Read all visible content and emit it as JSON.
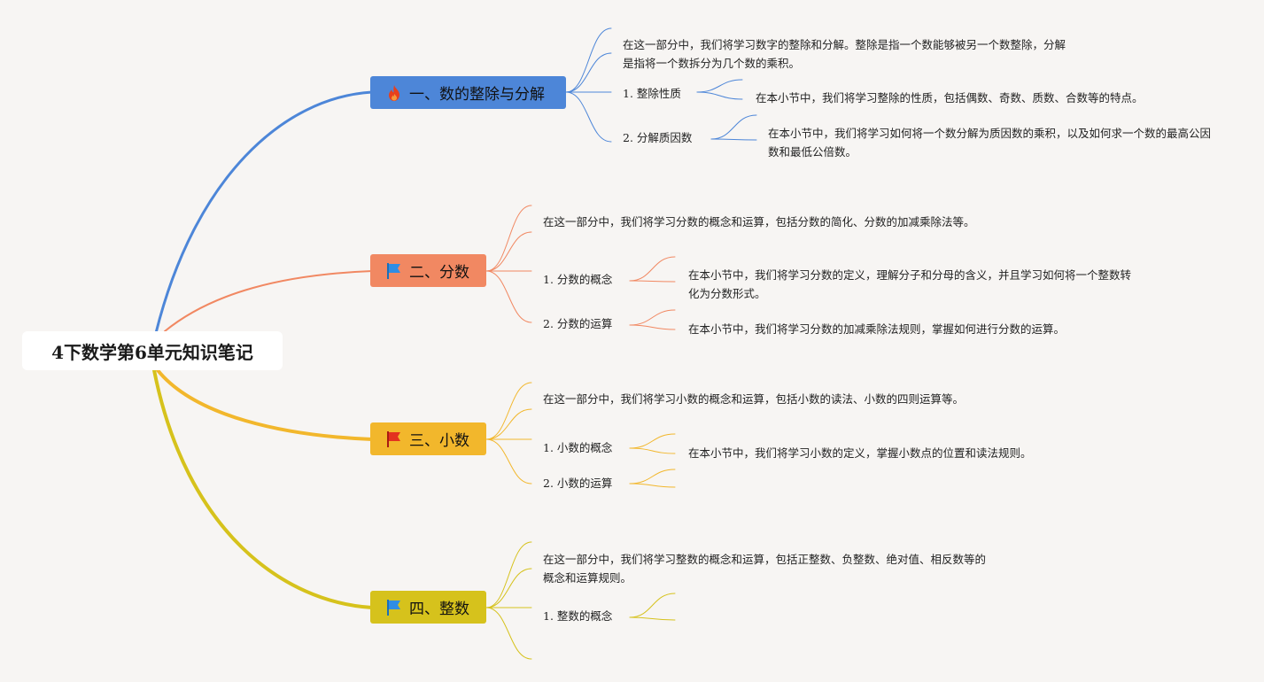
{
  "root": {
    "title": "4下数学第6单元知识笔记"
  },
  "colors": {
    "topic1": "#4d86d8",
    "topic2": "#f18862",
    "topic3": "#f2b72c",
    "topic4": "#d6c21c",
    "background": "#f7f5f3"
  },
  "topics": [
    {
      "title": "一、数的整除与分解",
      "icon": "fire-icon",
      "intro": "在这一部分中，我们将学习数字的整除和分解。整除是指一个数能够被另一个数整除，分解是指将一个数拆分为几个数的乘积。",
      "subs": [
        {
          "num": "1.",
          "label": "整除性质",
          "note": "在本小节中，我们将学习整除的性质，包括偶数、奇数、质数、合数等的特点。"
        },
        {
          "num": "2.",
          "label": "分解质因数",
          "note": "在本小节中，我们将学习如何将一个数分解为质因数的乘积，以及如何求一个数的最高公因数和最低公倍数。"
        }
      ]
    },
    {
      "title": "二、分数",
      "icon": "blue-flag-icon",
      "intro": "在这一部分中，我们将学习分数的概念和运算，包括分数的简化、分数的加减乘除法等。",
      "subs": [
        {
          "num": "1.",
          "label": "分数的概念",
          "note": "在本小节中，我们将学习分数的定义，理解分子和分母的含义，并且学习如何将一个整数转化为分数形式。"
        },
        {
          "num": "2.",
          "label": "分数的运算",
          "note": "在本小节中，我们将学习分数的加减乘除法规则，掌握如何进行分数的运算。"
        }
      ]
    },
    {
      "title": "三、小数",
      "icon": "red-flag-icon",
      "intro": "在这一部分中，我们将学习小数的概念和运算，包括小数的读法、小数的四则运算等。",
      "subs": [
        {
          "num": "1.",
          "label": "小数的概念",
          "note": "在本小节中，我们将学习小数的定义，掌握小数点的位置和读法规则。"
        },
        {
          "num": "2.",
          "label": "小数的运算",
          "note": ""
        }
      ]
    },
    {
      "title": "四、整数",
      "icon": "blue-flag-icon",
      "intro": "在这一部分中，我们将学习整数的概念和运算，包括正整数、负整数、绝对值、相反数等的概念和运算规则。",
      "subs": [
        {
          "num": "1.",
          "label": "整数的概念",
          "note": ""
        }
      ]
    }
  ]
}
